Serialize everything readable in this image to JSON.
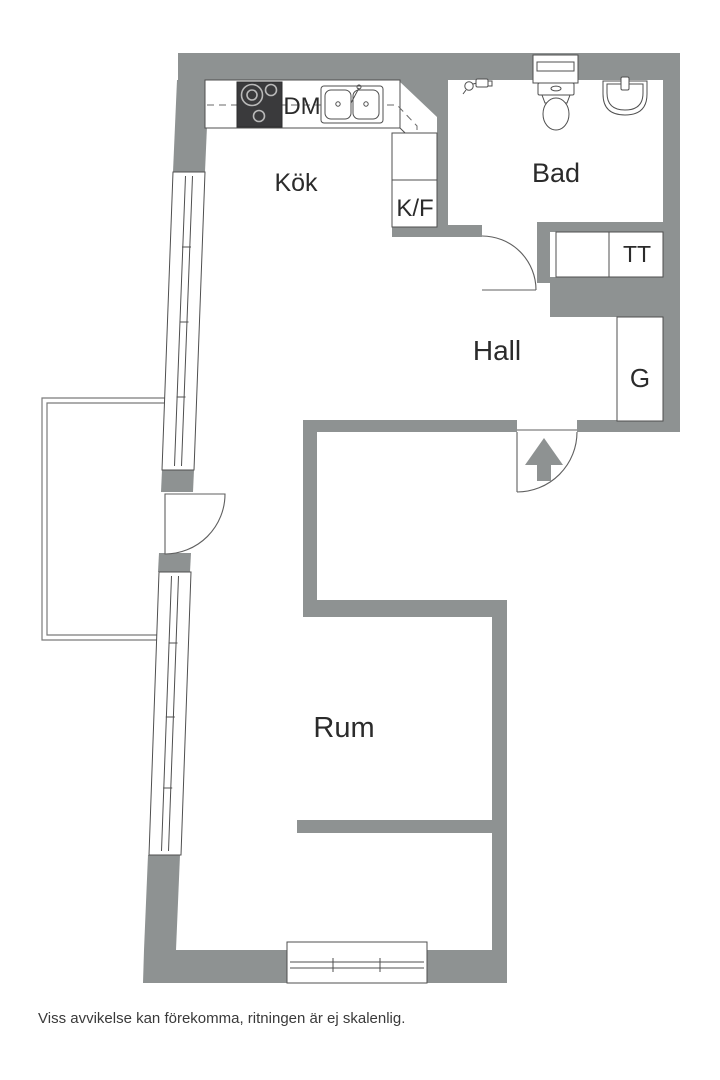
{
  "colors": {
    "wall": "#8e9292",
    "line": "#4f4f4f",
    "door": "#5f5f5f",
    "text": "#2b2b2b",
    "stove": "#3a3a3c",
    "muted_line": "#7a7a7a"
  },
  "rooms": {
    "kitchen": {
      "label": "Kök"
    },
    "bathroom": {
      "label": "Bad"
    },
    "hall": {
      "label": "Hall"
    },
    "room": {
      "label": "Rum"
    }
  },
  "fixtures": {
    "dishwasher": {
      "label": "DM"
    },
    "fridge_freezer": {
      "label": "K/F"
    },
    "laundry": {
      "label": "TT"
    },
    "wardrobe": {
      "label": "G"
    }
  },
  "footer": {
    "disclaimer": "Viss avvikelse kan förekomma, ritningen är ej skalenlig."
  }
}
